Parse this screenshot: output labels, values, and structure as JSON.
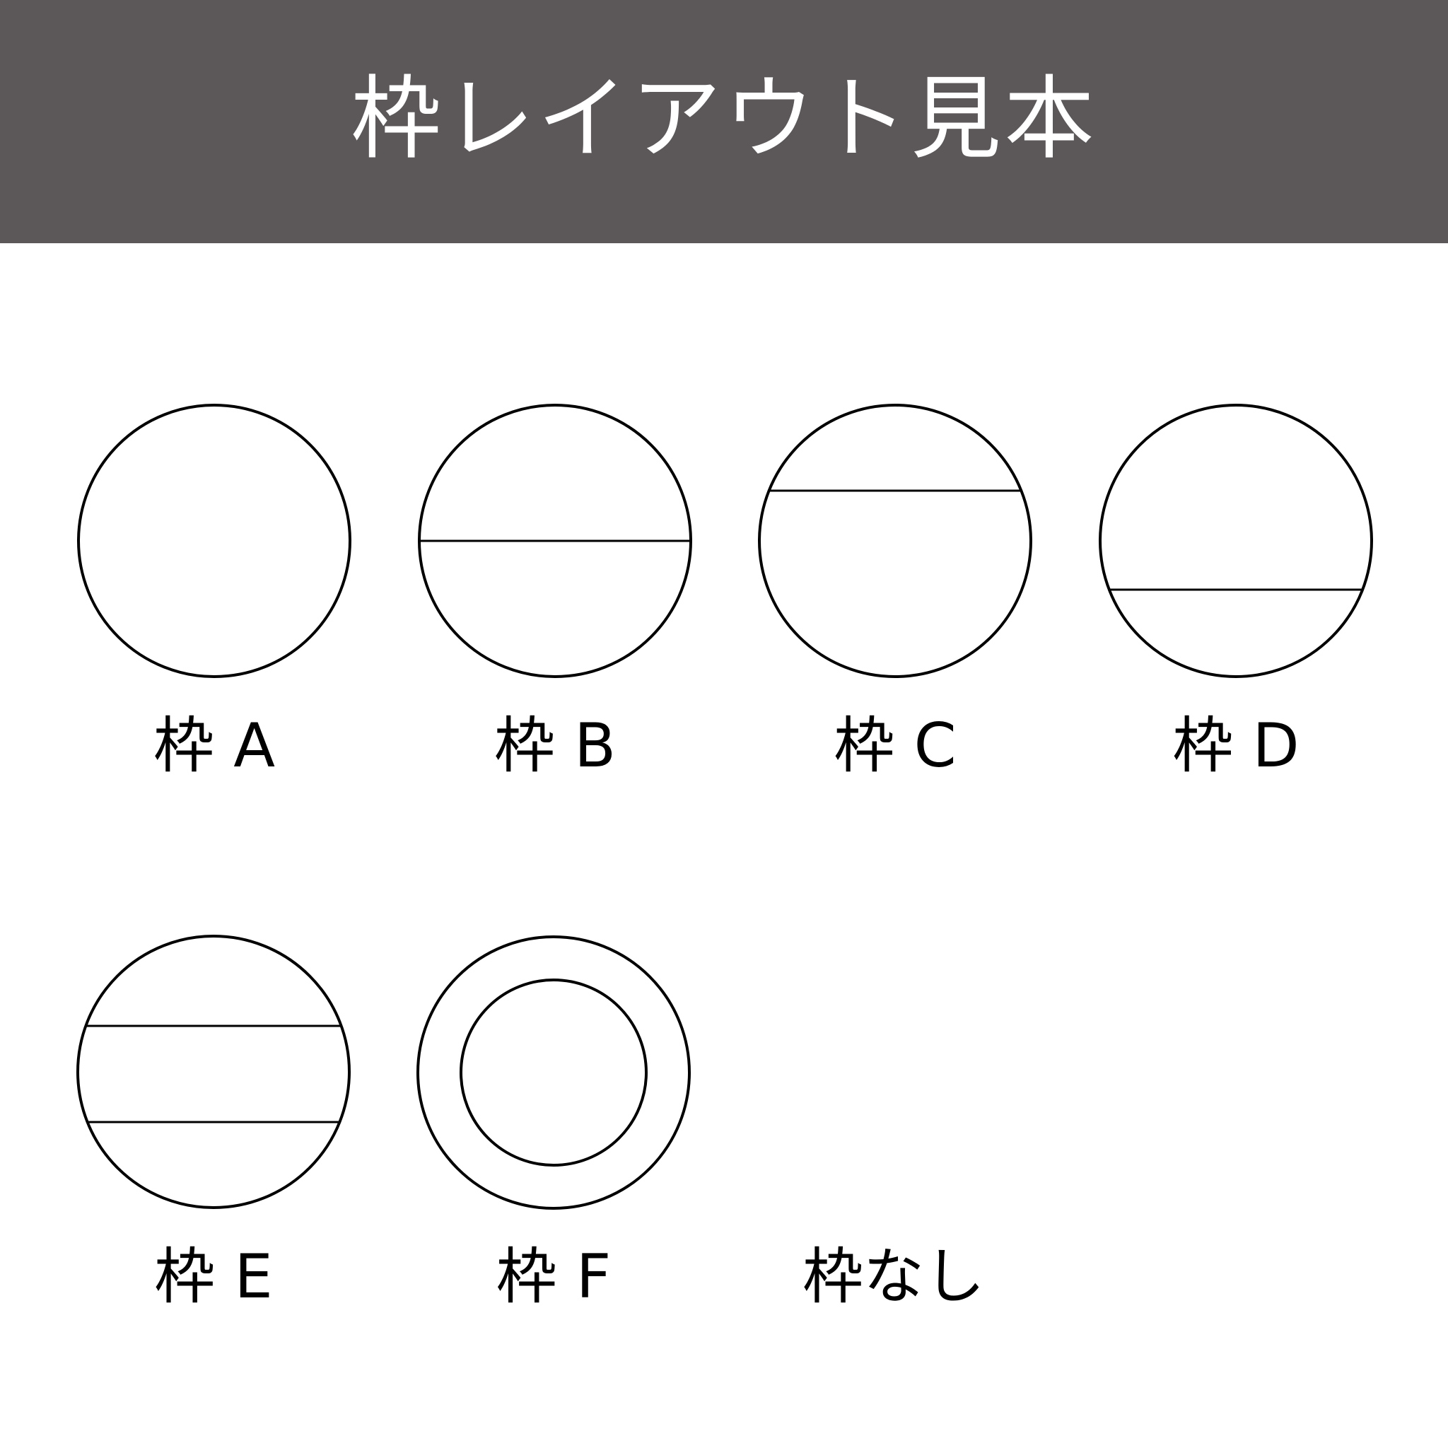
{
  "header": {
    "title": "枠レイアウト見本",
    "background_color": "#5c5859",
    "text_color": "#ffffff"
  },
  "stroke_color": "#000000",
  "frames": [
    {
      "id": "A",
      "label": "枠 A",
      "shape": "circle",
      "dividers": []
    },
    {
      "id": "B",
      "label": "枠 B",
      "shape": "circle",
      "dividers": [
        "center horizontal line"
      ]
    },
    {
      "id": "C",
      "label": "枠 C",
      "shape": "circle",
      "dividers": [
        "upper horizontal line"
      ]
    },
    {
      "id": "D",
      "label": "枠 D",
      "shape": "circle",
      "dividers": [
        "lower horizontal line"
      ]
    },
    {
      "id": "E",
      "label": "枠 E",
      "shape": "circle",
      "dividers": [
        "upper horizontal line",
        "lower horizontal line"
      ]
    },
    {
      "id": "F",
      "label": "枠 F",
      "shape": "circle",
      "dividers": [
        "inner concentric circle"
      ]
    },
    {
      "id": "none",
      "label": "枠なし",
      "shape": "none",
      "dividers": []
    }
  ]
}
